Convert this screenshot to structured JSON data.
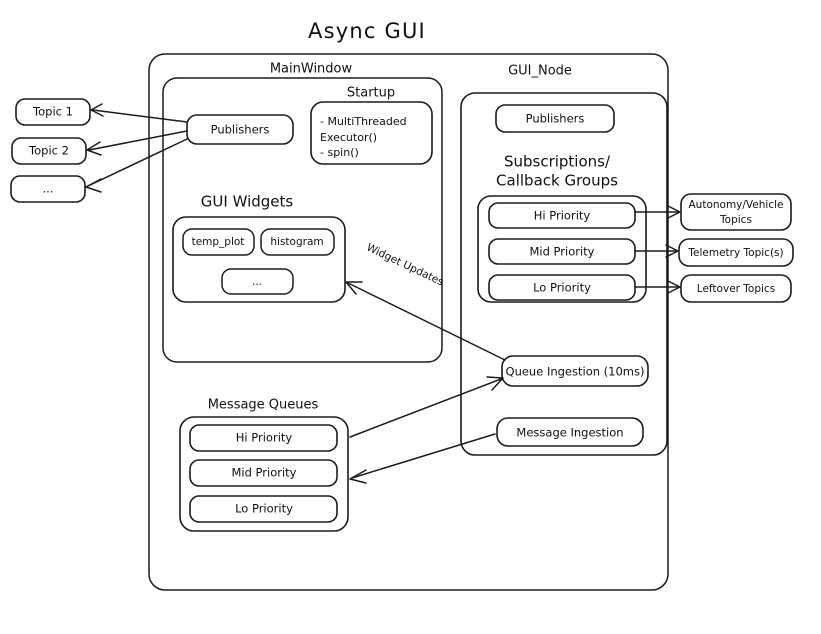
{
  "title": "Async GUI",
  "external_topics_left": [
    {
      "label": "Topic 1"
    },
    {
      "label": "Topic 2"
    },
    {
      "label": "..."
    }
  ],
  "external_topics_right": [
    {
      "label": "Autonomy/Vehicle",
      "label2": "Topics"
    },
    {
      "label": "Telemetry Topic(s)",
      "label2": ""
    },
    {
      "label": "Leftover Topics",
      "label2": ""
    }
  ],
  "main_window": {
    "title": "MainWindow",
    "publishers": "Publishers",
    "startup": {
      "title": "Startup",
      "lines": [
        "- MultiThreaded",
        "  Executor()",
        "- spin()"
      ]
    },
    "gui_widgets": {
      "title": "GUI Widgets",
      "widgets": [
        "temp_plot",
        "histogram",
        "..."
      ]
    }
  },
  "gui_node": {
    "title": "GUI_Node",
    "publishers": "Publishers",
    "subscriptions": {
      "title_line1": "Subscriptions/",
      "title_line2": "Callback Groups",
      "priorities": [
        "Hi Priority",
        "Mid Priority",
        "Lo Priority"
      ]
    },
    "queue_ingestion": "Queue Ingestion (10ms)",
    "message_ingestion": "Message Ingestion"
  },
  "message_queues": {
    "title": "Message Queues",
    "priorities": [
      "Hi Priority",
      "Mid Priority",
      "Lo Priority"
    ]
  },
  "edge_labels": {
    "widget_updates": "Widget Updates"
  },
  "colors": {
    "stroke": "#1b1b1b",
    "background": "#ffffff",
    "text": "#111111"
  }
}
